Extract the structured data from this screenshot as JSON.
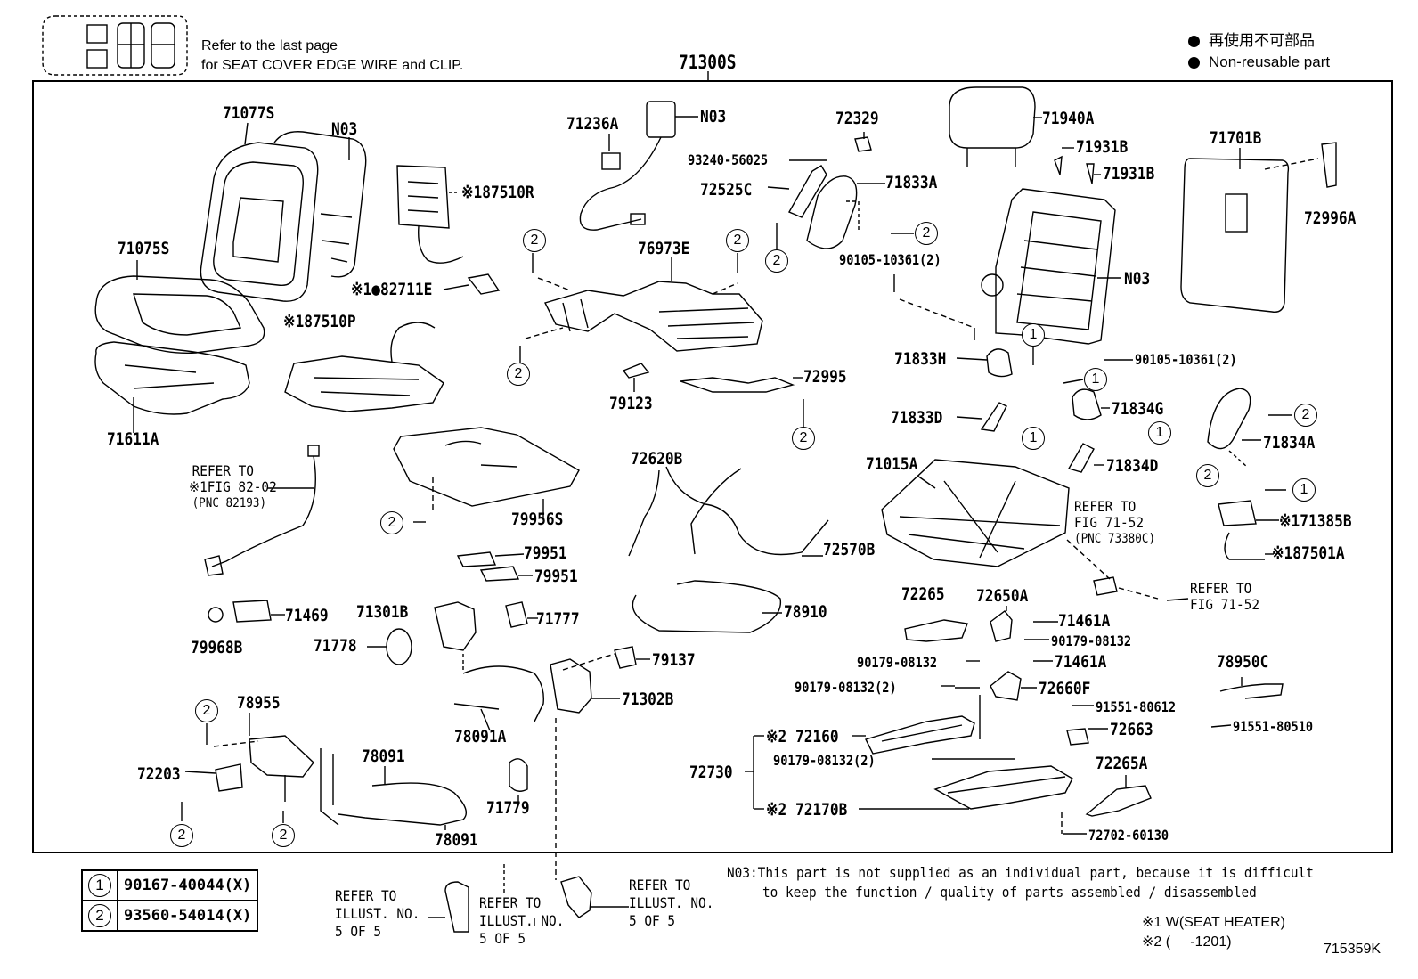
{
  "header": {
    "note_line1": "Refer to the last page",
    "note_line2": "for SEAT COVER EDGE WIRE and CLIP.",
    "assembly_number": "71300S",
    "non_reusable_jp": "再使用不可部品",
    "non_reusable_en": "Non-reusable part"
  },
  "parts": {
    "p71077S": "71077S",
    "pN03a": "N03",
    "p187510R": "※187510R",
    "p71075S": "71075S",
    "p82711E": "※1●82711E",
    "p187510P": "※187510P",
    "p71611A": "71611A",
    "p71236A": "71236A",
    "pN03b": "N03",
    "p76973E": "76973E",
    "p79123": "79123",
    "p72995": "72995",
    "p72329": "72329",
    "p93240": "93240-56025",
    "p72525C": "72525C",
    "p71833A": "71833A",
    "p90105a": "90105-10361(2)",
    "p71940A": "71940A",
    "p71931Ba": "71931B",
    "p71931Bb": "71931B",
    "pN03c": "N03",
    "p71701B": "71701B",
    "p72996A": "72996A",
    "p71833H": "71833H",
    "p90105b": "90105-10361(2)",
    "p71833D": "71833D",
    "p71834G": "71834G",
    "p71834A": "71834A",
    "p71834D": "71834D",
    "p71015A": "71015A",
    "p171385B": "※171385B",
    "p187501A": "※187501A",
    "p79956S": "79956S",
    "p79951a": "79951",
    "p79951b": "79951",
    "p72620B": "72620B",
    "p72570B": "72570B",
    "p78910": "78910",
    "p71469": "71469",
    "p79968B": "79968B",
    "p71301B": "71301B",
    "p71777": "71777",
    "p71778": "71778",
    "p79137": "79137",
    "p71302B": "71302B",
    "p78091A": "78091A",
    "p78955": "78955",
    "p72203": "72203",
    "p78091a": "78091",
    "p78091b": "78091",
    "p71779": "71779",
    "p72265": "72265",
    "p72650A": "72650A",
    "p71461Aa": "71461A",
    "p90179a": "90179-08132",
    "p90179b": "90179-08132",
    "p71461Ab": "71461A",
    "p90179c": "90179-08132(2)",
    "p72660F": "72660F",
    "p91551a": "91551-80612",
    "p72663": "72663",
    "p78950C": "78950C",
    "p91551b": "91551-80510",
    "p72160": "※2 72160",
    "p72730": "72730",
    "p90179d": "90179-08132(2)",
    "p72170B": "※2 72170B",
    "p72265A": "72265A",
    "p72702": "72702-60130"
  },
  "refs": {
    "fig8202_l1": "REFER TO",
    "fig8202_l2": "※1FIG 82-02",
    "fig8202_l3": "(PNC 82193)",
    "fig7152a_l1": "REFER TO",
    "fig7152a_l2": "FIG 71-52",
    "fig7152a_l3": "(PNC 73380C)",
    "fig7152b_l1": "REFER TO",
    "fig7152b_l2": "FIG 71-52",
    "illust1_l1": "REFER TO",
    "illust1_l2": "ILLUST. NO.",
    "illust1_l3": "5 OF 5",
    "illust2_l1": "REFER TO",
    "illust2_l2": "ILLUST. NO.",
    "illust2_l3": "5 OF 5",
    "illust3_l1": "REFER TO",
    "illust3_l2": "ILLUST. NO.",
    "illust3_l3": "5 OF 5"
  },
  "callouts": {
    "one": "1",
    "two": "2"
  },
  "legend": [
    {
      "marker": "1",
      "part": "90167-40044(X)"
    },
    {
      "marker": "2",
      "part": "93560-54014(X)"
    }
  ],
  "footer": {
    "n03_note_1": "N03:This part is not supplied as an individual part, because it is difficult",
    "n03_note_2": "to keep the function / quality of parts assembled / disassembled",
    "note1": "※1 W(SEAT HEATER)",
    "note2": "※2 (     -1201)",
    "figure_id": "715359K"
  }
}
